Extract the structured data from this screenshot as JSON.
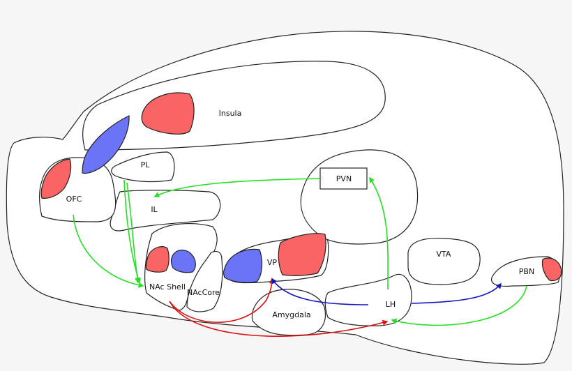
{
  "colors": {
    "background": "#f6f6f6",
    "outline": "#222222",
    "hotspot_red": "#fa6464",
    "coldspot_blue": "#6b73f6",
    "arrow_green": "#22e022",
    "arrow_red": "#dd1111",
    "arrow_blue": "#1515bb"
  },
  "regions": {
    "insula": "Insula",
    "pl": "PL",
    "ofc": "OFC",
    "il": "IL",
    "pvn": "PVN",
    "vp": "VP",
    "vta": "VTA",
    "pbn": "PBN",
    "nac_shell": "NAc Shell",
    "nac_core": "NAcCore",
    "amygdala": "Amygdala",
    "lh": "LH"
  }
}
